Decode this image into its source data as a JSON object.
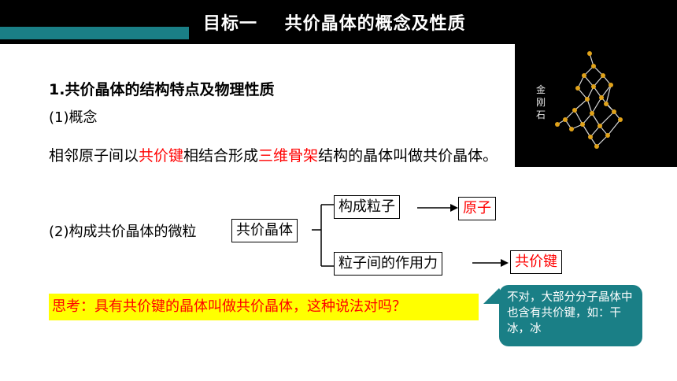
{
  "header": {
    "title": "目标一    共价晶体的概念及性质"
  },
  "crystal": {
    "label": "金刚石"
  },
  "section": {
    "title": "1.共价晶体的结构特点及物理性质",
    "concept_label": "(1)概念",
    "paragraph": {
      "p1": "相邻原子间以",
      "h1": "共价键",
      "p2": "相结合形成",
      "h2": "三维骨架",
      "p3": "结构的晶体叫做共价晶体。"
    }
  },
  "micro": {
    "label": "(2)构成共价晶体的微粒",
    "root": "共价晶体",
    "branch1": {
      "label": "构成粒子",
      "answer": "原子"
    },
    "branch2": {
      "label": "粒子间的作用力",
      "answer": "共价键"
    }
  },
  "think": {
    "text": "思考：具有共价键的晶体叫做共价晶体，这种说法对吗？"
  },
  "callout": {
    "text": "不对，大部分分子晶体中也含有共价键，如：干冰，冰"
  },
  "colors": {
    "accent": "#1a7f86",
    "highlight": "#ff0000",
    "callout_bg": "#1a7f86",
    "think_bg": "#ffff00"
  }
}
